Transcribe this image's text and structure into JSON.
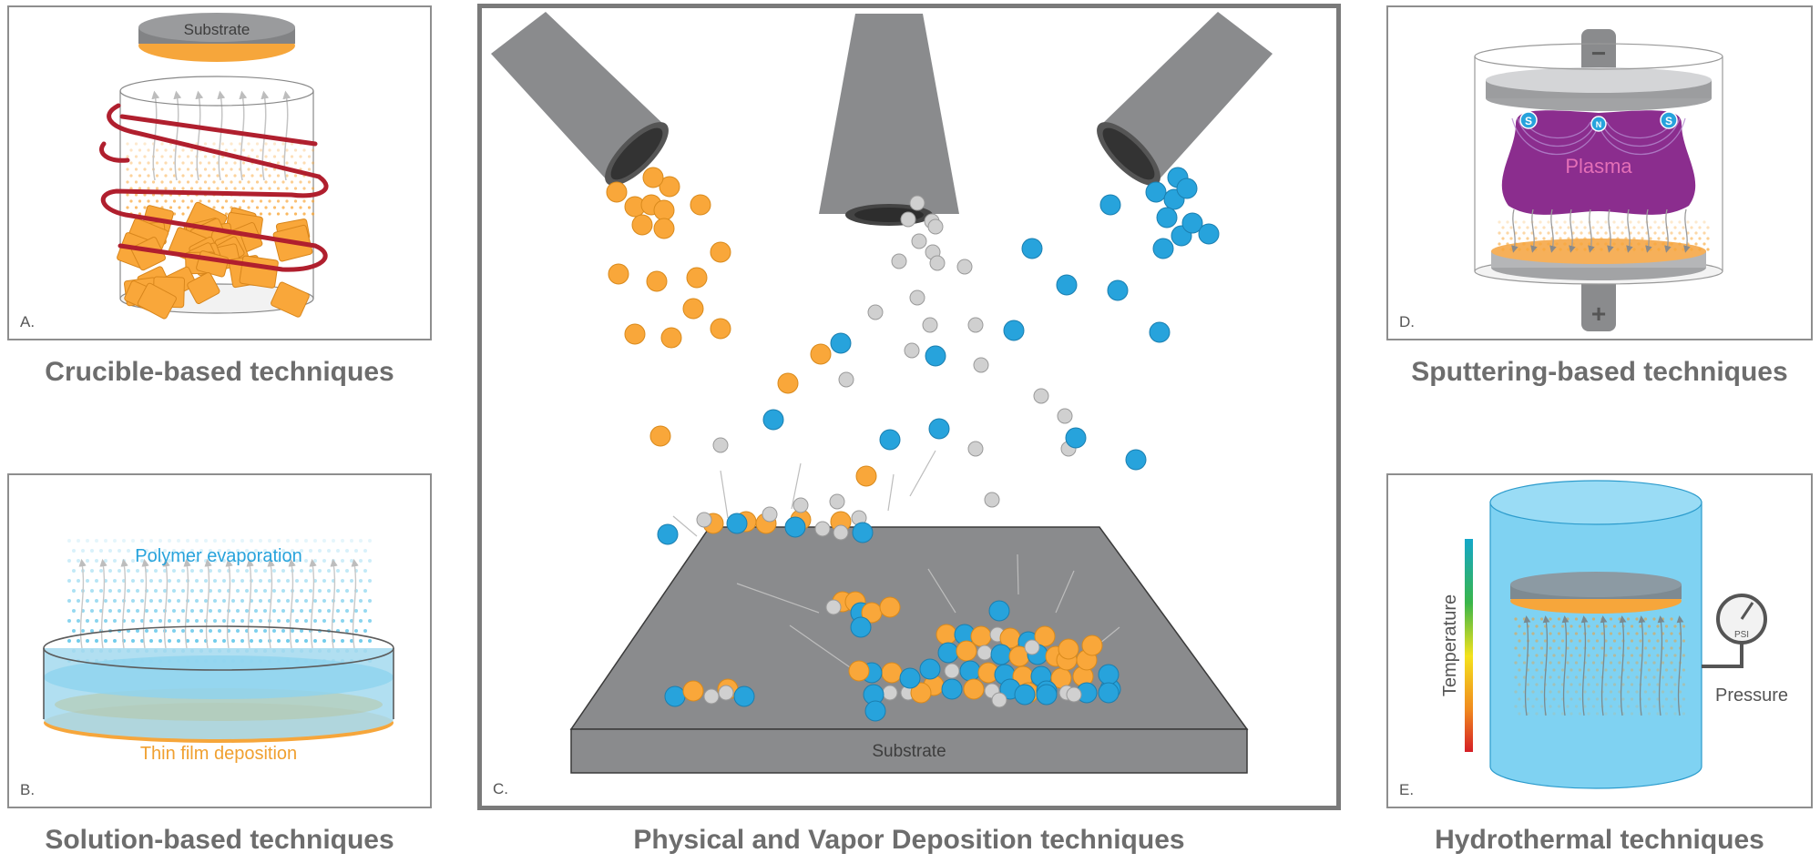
{
  "panels": {
    "a": {
      "letter": "A.",
      "caption": "Crucible-based techniques",
      "substrate_label": "Substrate"
    },
    "b": {
      "letter": "B.",
      "caption": "Solution-based techniques",
      "top_label": "Polymer evaporation",
      "bottom_label": "Thin film deposition"
    },
    "c": {
      "letter": "C.",
      "caption": "Physical and Vapor Deposition techniques",
      "substrate_label": "Substrate"
    },
    "d": {
      "letter": "D.",
      "caption": "Sputtering-based techniques",
      "plasma_label": "Plasma",
      "minus_sign": "−",
      "plus_sign": "+",
      "magnet_left": "S",
      "magnet_mid": "N",
      "magnet_right": "S"
    },
    "e": {
      "letter": "E.",
      "caption": "Hydrothermal techniques",
      "temperature_label": "Temperature",
      "pressure_label": "Pressure",
      "gauge_label": "PSI"
    }
  },
  "colors": {
    "orange": "#f9a73a",
    "blue": "#27a3dc",
    "gray_particle": "#d0d0d0",
    "metal": "#8a8b8d",
    "coil": "#b01f2e",
    "plasma": "#8b2d8e",
    "water": "#7fd2f2"
  }
}
